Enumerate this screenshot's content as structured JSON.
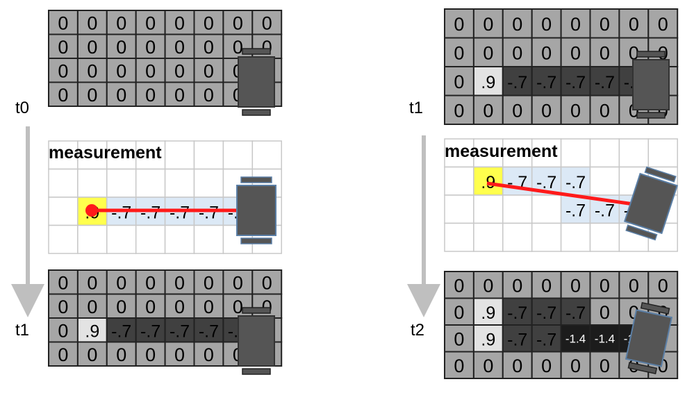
{
  "colors": {
    "cell_zero": "#a6a6a6",
    "cell_light": "#e3e3e3",
    "cell_dark": "#404040",
    "cell_darker": "#1c1c1c",
    "meas_white": "#ffffff",
    "meas_blue": "#dce9f6",
    "meas_yellow": "#ffff4d",
    "beam": "#ff1a1a",
    "robot": "#555555",
    "arrow": "#bfbfbf"
  },
  "left": {
    "top_label": "t0",
    "bottom_label": "t1",
    "measurement_title": "measurement",
    "grid_before": [
      [
        "0",
        "0",
        "0",
        "0",
        "0",
        "0",
        "0",
        "0"
      ],
      [
        "0",
        "0",
        "0",
        "0",
        "0",
        "0",
        "0",
        "0"
      ],
      [
        "0",
        "0",
        "0",
        "0",
        "0",
        "0",
        "0",
        "0"
      ],
      [
        "0",
        "0",
        "0",
        "0",
        "0",
        "0",
        "0",
        "0"
      ]
    ],
    "grid_before_shade": [
      [
        "z",
        "z",
        "z",
        "z",
        "z",
        "z",
        "z",
        "z"
      ],
      [
        "z",
        "z",
        "z",
        "z",
        "z",
        "z",
        "z",
        "z"
      ],
      [
        "z",
        "z",
        "z",
        "z",
        "z",
        "z",
        "z",
        "z"
      ],
      [
        "z",
        "z",
        "z",
        "z",
        "z",
        "z",
        "z",
        "z"
      ]
    ],
    "measurement": [
      [
        "",
        "",
        "",
        "",
        "",
        "",
        "",
        ""
      ],
      [
        "",
        "",
        "",
        "",
        "",
        "",
        "",
        ""
      ],
      [
        "",
        ".9",
        "-.7",
        "-.7",
        "-.7",
        "-.7",
        "-.7",
        ""
      ],
      [
        "",
        "",
        "",
        "",
        "",
        "",
        "",
        ""
      ]
    ],
    "measurement_shade": [
      [
        "w",
        "w",
        "w",
        "w",
        "w",
        "w",
        "w",
        "w"
      ],
      [
        "w",
        "w",
        "w",
        "w",
        "w",
        "w",
        "w",
        "w"
      ],
      [
        "w",
        "y",
        "b",
        "b",
        "b",
        "b",
        "b",
        "w"
      ],
      [
        "w",
        "w",
        "w",
        "w",
        "w",
        "w",
        "w",
        "w"
      ]
    ],
    "grid_after": [
      [
        "0",
        "0",
        "0",
        "0",
        "0",
        "0",
        "0",
        "0"
      ],
      [
        "0",
        "0",
        "0",
        "0",
        "0",
        "0",
        "0",
        "0"
      ],
      [
        "0",
        ".9",
        "-.7",
        "-.7",
        "-.7",
        "-.7",
        "-.7",
        "0"
      ],
      [
        "0",
        "0",
        "0",
        "0",
        "0",
        "0",
        "0",
        "0"
      ]
    ],
    "grid_after_shade": [
      [
        "z",
        "z",
        "z",
        "z",
        "z",
        "z",
        "z",
        "z"
      ],
      [
        "z",
        "z",
        "z",
        "z",
        "z",
        "z",
        "z",
        "z"
      ],
      [
        "z",
        "l",
        "d",
        "d",
        "d",
        "d",
        "d",
        "z"
      ],
      [
        "z",
        "z",
        "z",
        "z",
        "z",
        "z",
        "z",
        "z"
      ]
    ]
  },
  "right": {
    "top_label": "t1",
    "bottom_label": "t2",
    "measurement_title": "measurement",
    "grid_before": [
      [
        "0",
        "0",
        "0",
        "0",
        "0",
        "0",
        "0",
        "0"
      ],
      [
        "0",
        "0",
        "0",
        "0",
        "0",
        "0",
        "0",
        "0"
      ],
      [
        "0",
        ".9",
        "-.7",
        "-.7",
        "-.7",
        "-.7",
        "-.7",
        "0"
      ],
      [
        "0",
        "0",
        "0",
        "0",
        "0",
        "0",
        "0",
        "0"
      ]
    ],
    "grid_before_shade": [
      [
        "z",
        "z",
        "z",
        "z",
        "z",
        "z",
        "z",
        "z"
      ],
      [
        "z",
        "z",
        "z",
        "z",
        "z",
        "z",
        "z",
        "z"
      ],
      [
        "z",
        "l",
        "d",
        "d",
        "d",
        "d",
        "d",
        "z"
      ],
      [
        "z",
        "z",
        "z",
        "z",
        "z",
        "z",
        "z",
        "z"
      ]
    ],
    "measurement": [
      [
        "",
        "",
        "",
        "",
        "",
        "",
        "",
        ""
      ],
      [
        "",
        ".9",
        "-.7",
        "-.7",
        "-.7",
        "",
        "",
        ""
      ],
      [
        "",
        "",
        "",
        "",
        "-.7",
        "-.7",
        "-.7",
        ""
      ],
      [
        "",
        "",
        "",
        "",
        "",
        "",
        "",
        ""
      ]
    ],
    "measurement_shade": [
      [
        "w",
        "w",
        "w",
        "w",
        "w",
        "w",
        "w",
        "w"
      ],
      [
        "w",
        "y",
        "b",
        "b",
        "b",
        "w",
        "w",
        "w"
      ],
      [
        "w",
        "w",
        "w",
        "w",
        "b",
        "b",
        "b",
        "w"
      ],
      [
        "w",
        "w",
        "w",
        "w",
        "w",
        "w",
        "w",
        "w"
      ]
    ],
    "grid_after": [
      [
        "0",
        "0",
        "0",
        "0",
        "0",
        "0",
        "0",
        "0"
      ],
      [
        "0",
        ".9",
        "-.7",
        "-.7",
        "-.7",
        "0",
        "0",
        "0"
      ],
      [
        "0",
        ".9",
        "-.7",
        "-.7",
        "-1.4",
        "-1.4",
        "-1.4",
        "0"
      ],
      [
        "0",
        "0",
        "0",
        "0",
        "0",
        "0",
        "0",
        "0"
      ]
    ],
    "grid_after_shade": [
      [
        "z",
        "z",
        "z",
        "z",
        "z",
        "z",
        "z",
        "z"
      ],
      [
        "z",
        "l",
        "d",
        "d",
        "d",
        "z",
        "z",
        "z"
      ],
      [
        "z",
        "l",
        "d",
        "d",
        "x",
        "x",
        "x",
        "z"
      ],
      [
        "z",
        "z",
        "z",
        "z",
        "z",
        "z",
        "z",
        "z"
      ]
    ]
  }
}
